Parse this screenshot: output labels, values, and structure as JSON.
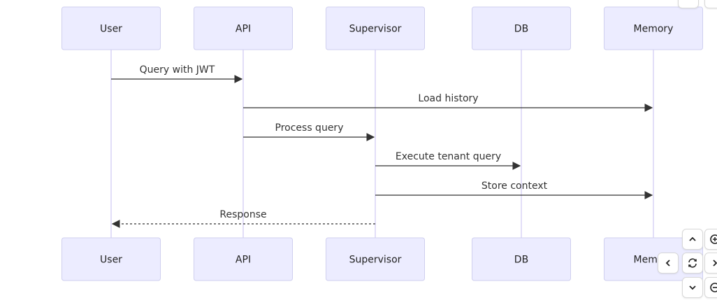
{
  "participants": [
    {
      "id": "user",
      "label": "User"
    },
    {
      "id": "api",
      "label": "API"
    },
    {
      "id": "supervisor",
      "label": "Supervisor"
    },
    {
      "id": "db",
      "label": "DB"
    },
    {
      "id": "memory",
      "label": "Memory"
    }
  ],
  "messages": [
    {
      "from": "user",
      "to": "api",
      "label": "Query with JWT",
      "style": "solid"
    },
    {
      "from": "api",
      "to": "memory",
      "label": "Load history",
      "style": "solid"
    },
    {
      "from": "api",
      "to": "supervisor",
      "label": "Process query",
      "style": "solid"
    },
    {
      "from": "supervisor",
      "to": "db",
      "label": "Execute tenant query",
      "style": "solid"
    },
    {
      "from": "supervisor",
      "to": "memory",
      "label": "Store context",
      "style": "solid"
    },
    {
      "from": "supervisor",
      "to": "user",
      "label": "Response",
      "style": "dotted"
    }
  ],
  "controls": [
    {
      "name": "pan-up-button",
      "icon": "chevron-up-icon"
    },
    {
      "name": "pan-left-button",
      "icon": "chevron-left-icon"
    },
    {
      "name": "reset-view-button",
      "icon": "refresh-icon"
    },
    {
      "name": "pan-down-button",
      "icon": "chevron-down-icon"
    },
    {
      "name": "zoom-in-button",
      "icon": "zoom-in-icon"
    },
    {
      "name": "zoom-out-button",
      "icon": "zoom-out-icon"
    },
    {
      "name": "pan-right-button",
      "icon": "chevron-right-icon"
    }
  ],
  "colors": {
    "actor_fill": "#ECECFF",
    "actor_stroke": "#CFCFEF",
    "lifeline": "#D9D4F5",
    "message": "#333333"
  }
}
